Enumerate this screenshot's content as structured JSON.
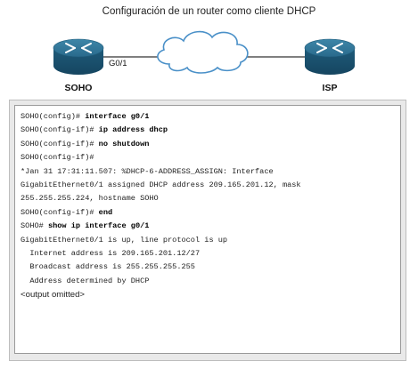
{
  "title": "Configuración de un router como cliente DHCP",
  "topology": {
    "left_router": "SOHO",
    "right_router": "ISP",
    "interface": "G0/1"
  },
  "console": {
    "lines": [
      {
        "prompt": "SOHO(config)# ",
        "cmd": "interface g0/1",
        "text": ""
      },
      {
        "prompt": "SOHO(config-if)# ",
        "cmd": "ip address dhcp",
        "text": ""
      },
      {
        "prompt": "SOHO(config-if)# ",
        "cmd": "no shutdown",
        "text": ""
      },
      {
        "prompt": "SOHO(config-if)#",
        "cmd": "",
        "text": ""
      },
      {
        "prompt": "",
        "cmd": "",
        "text": "*Jan 31 17:31:11.507: %DHCP-6-ADDRESS_ASSIGN: Interface"
      },
      {
        "prompt": "",
        "cmd": "",
        "text": "GigabitEthernet0/1 assigned DHCP address 209.165.201.12, mask"
      },
      {
        "prompt": "",
        "cmd": "",
        "text": "255.255.255.224, hostname SOHO"
      },
      {
        "prompt": "SOHO(config-if)# ",
        "cmd": "end",
        "text": ""
      },
      {
        "prompt": "SOHO# ",
        "cmd": "show ip interface g0/1",
        "text": ""
      },
      {
        "prompt": "",
        "cmd": "",
        "text": "GigabitEthernet0/1 is up, line protocol is up"
      },
      {
        "prompt": "",
        "cmd": "",
        "text": "  Internet address is 209.165.201.12/27"
      },
      {
        "prompt": "",
        "cmd": "",
        "text": "  Broadcast address is 255.255.255.255"
      },
      {
        "prompt": "",
        "cmd": "",
        "text": "  Address determined by DHCP"
      },
      {
        "prompt": "",
        "cmd": "",
        "text": "<output omitted>",
        "sans": true
      }
    ]
  }
}
